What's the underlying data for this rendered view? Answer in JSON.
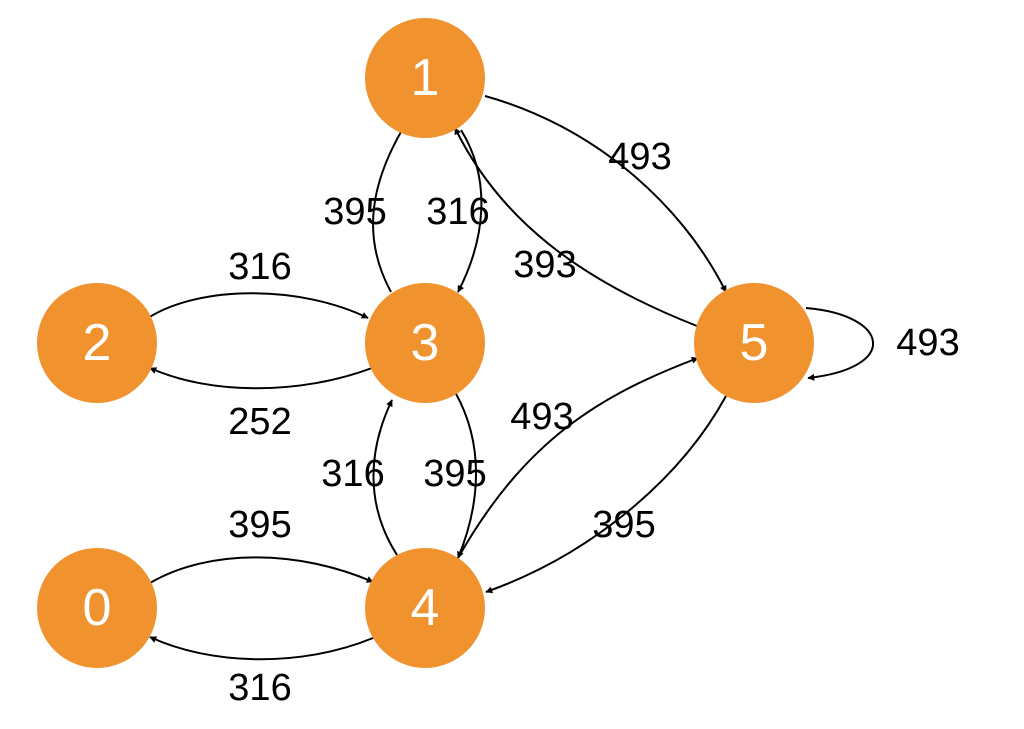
{
  "colors": {
    "node_fill": "#F0922E",
    "edge": "#000000",
    "node_text": "#FFFFFF",
    "background": "#FFFFFF"
  },
  "nodes": [
    {
      "id": "1",
      "label": "1"
    },
    {
      "id": "2",
      "label": "2"
    },
    {
      "id": "3",
      "label": "3"
    },
    {
      "id": "5",
      "label": "5"
    },
    {
      "id": "0",
      "label": "0"
    },
    {
      "id": "4",
      "label": "4"
    }
  ],
  "edges": [
    {
      "from": "1",
      "to": "5",
      "label": "493"
    },
    {
      "from": "3",
      "to": "1",
      "label": "395"
    },
    {
      "from": "1",
      "to": "3",
      "label": "316"
    },
    {
      "from": "5",
      "to": "1",
      "label": "393"
    },
    {
      "from": "2",
      "to": "3",
      "label": "316"
    },
    {
      "from": "3",
      "to": "2",
      "label": "252"
    },
    {
      "from": "5",
      "to": "5",
      "label": "493"
    },
    {
      "from": "4",
      "to": "5",
      "label": "493"
    },
    {
      "from": "4",
      "to": "3",
      "label": "316"
    },
    {
      "from": "3",
      "to": "4",
      "label": "395"
    },
    {
      "from": "0",
      "to": "4",
      "label": "395"
    },
    {
      "from": "5",
      "to": "4",
      "label": "395"
    },
    {
      "from": "4",
      "to": "0",
      "label": "316"
    }
  ]
}
